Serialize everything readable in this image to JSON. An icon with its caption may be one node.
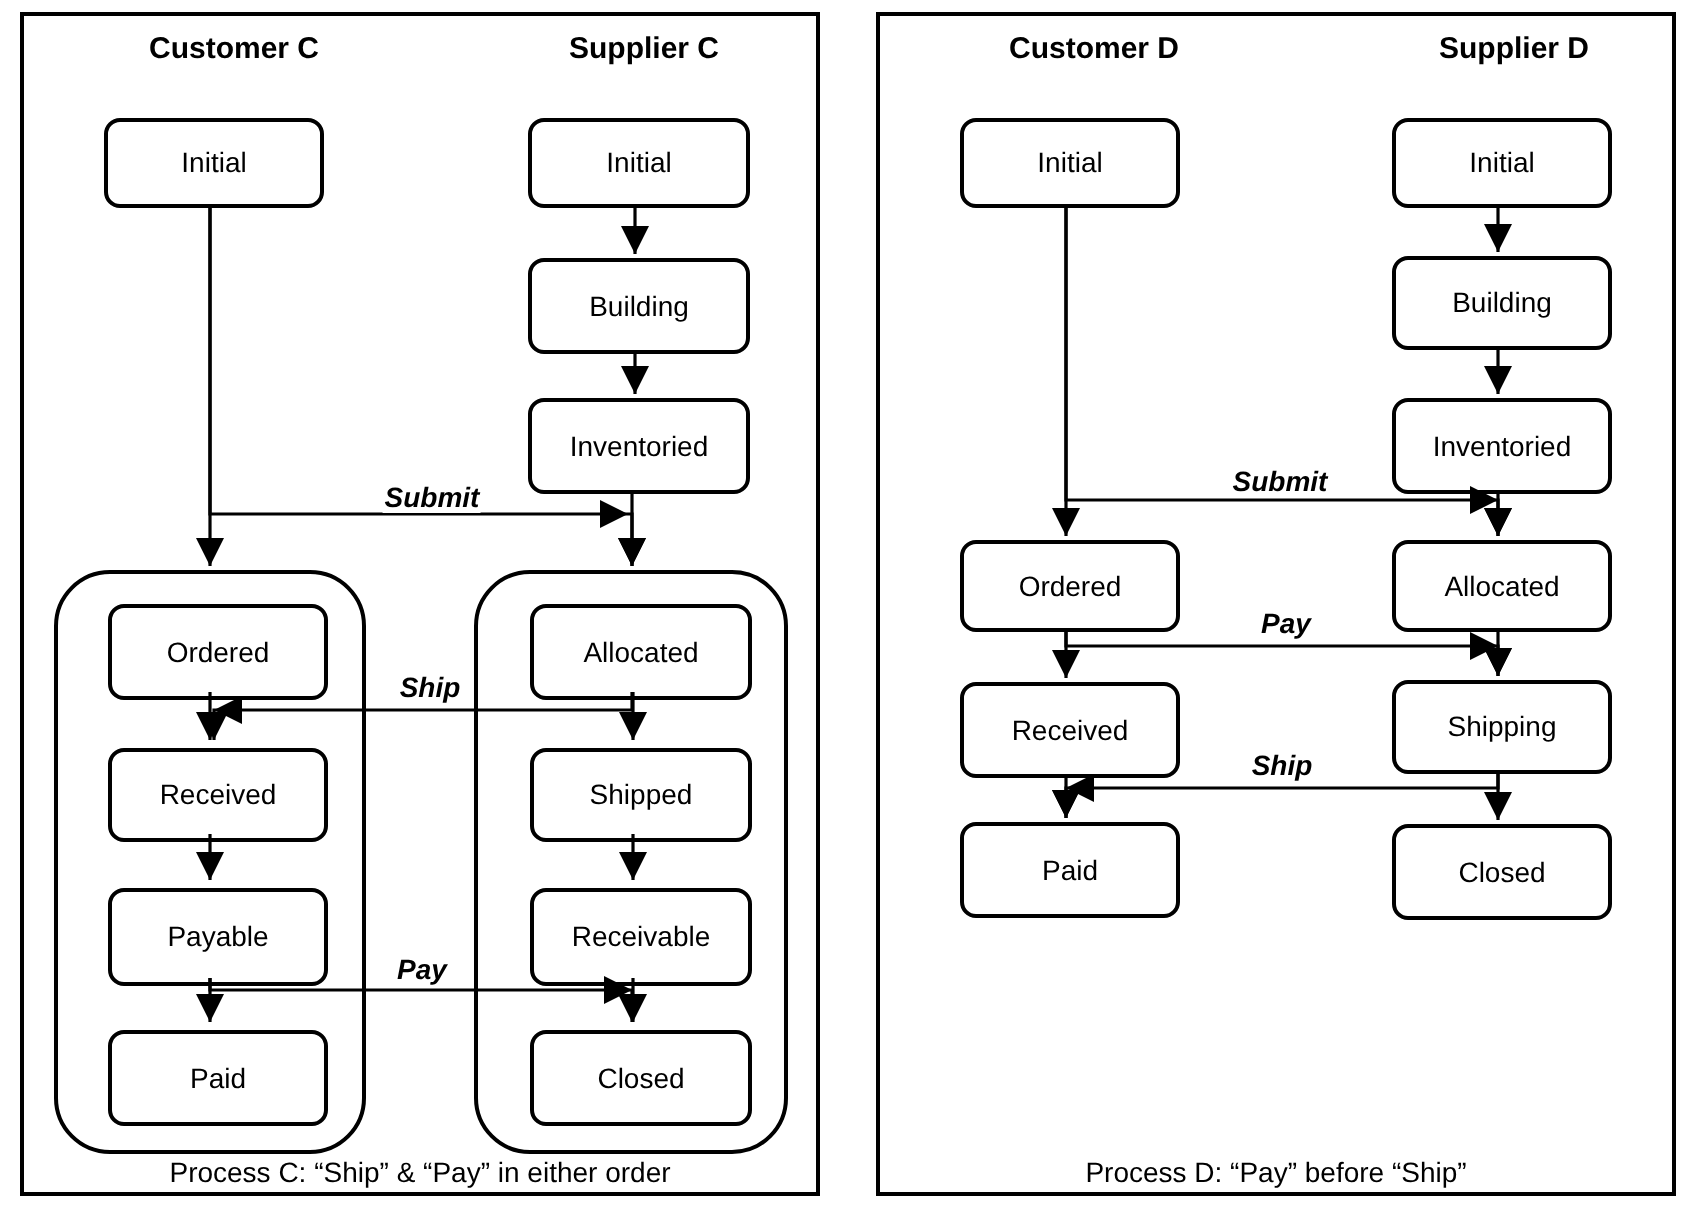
{
  "diagram": {
    "nodes": [
      {
        "text": [
          "Process C: “Ship” & “Pay” in either order"
        ]
      },
      {
        "text": [
          "Initial"
        ],
        "in": 0
      },
      {
        "text": [
          "Initial"
        ],
        "in": 0
      },
      {
        "text": [
          "Building"
        ],
        "in": 0
      },
      {
        "text": [
          "Inventoried"
        ],
        "in": 0
      },
      {
        "text": [],
        "shape": "box",
        "in": 0
      },
      {
        "text": [
          "Ordered"
        ],
        "in": 5
      },
      {
        "text": [
          "Received"
        ],
        "in": 5
      },
      {
        "text": [
          "Payable"
        ],
        "in": 5
      },
      {
        "text": [
          "Paid"
        ],
        "in": 5
      },
      {
        "text": [],
        "shape": "box",
        "in": 0
      },
      {
        "text": [
          "Allocated"
        ],
        "in": 10
      },
      {
        "text": [
          "Shipped"
        ],
        "in": 10
      },
      {
        "text": [
          "Receivable"
        ],
        "in": 10
      },
      {
        "text": [
          "Closed"
        ],
        "in": 10
      },
      {
        "text": [
          "Process D: “Pay” before “Ship”"
        ]
      },
      {
        "text": [
          "Initial"
        ],
        "in": 15
      },
      {
        "text": [
          "Initial"
        ],
        "in": 15
      },
      {
        "text": [
          "Building"
        ],
        "in": 15
      },
      {
        "text": [
          "Inventoried"
        ],
        "in": 15
      },
      {
        "text": [
          "Ordered"
        ],
        "in": 15
      },
      {
        "text": [
          "Received"
        ],
        "in": 15
      },
      {
        "text": [
          "Paid"
        ],
        "in": 15
      },
      {
        "text": [
          "Allocated"
        ],
        "in": 15
      },
      {
        "text": [
          "Shipping"
        ],
        "in": 15
      },
      {
        "text": [
          "Closed"
        ],
        "in": 15
      }
    ],
    "edges": [
      {
        "from": 1,
        "to": 5,
        "arrow": "to"
      },
      {
        "from": 1,
        "to": 10,
        "arrow": "to",
        "label": "Submit"
      },
      {
        "from": 2,
        "to": 3,
        "arrow": "to"
      },
      {
        "from": 3,
        "to": 4,
        "arrow": "to"
      },
      {
        "from": 4,
        "to": 10,
        "arrow": "to"
      },
      {
        "from": 6,
        "to": 7,
        "arrow": "to"
      },
      {
        "from": 7,
        "to": 8,
        "arrow": "to"
      },
      {
        "from": 8,
        "to": 9,
        "arrow": "to"
      },
      {
        "from": 11,
        "to": 12,
        "arrow": "to"
      },
      {
        "from": 12,
        "to": 13,
        "arrow": "to"
      },
      {
        "from": 13,
        "to": 14,
        "arrow": "to"
      },
      {
        "from": 11,
        "to": 7,
        "arrow": "to",
        "label": "Ship"
      },
      {
        "from": 8,
        "to": 14,
        "arrow": "to",
        "label": "Pay"
      },
      {
        "from": 16,
        "to": 20,
        "arrow": "to"
      },
      {
        "from": 16,
        "to": 23,
        "arrow": "to",
        "label": "Submit"
      },
      {
        "from": 17,
        "to": 18,
        "arrow": "to"
      },
      {
        "from": 18,
        "to": 19,
        "arrow": "to"
      },
      {
        "from": 19,
        "to": 23,
        "arrow": "to"
      },
      {
        "from": 20,
        "to": 21,
        "arrow": "to"
      },
      {
        "from": 21,
        "to": 22,
        "arrow": "to"
      },
      {
        "from": 23,
        "to": 24,
        "arrow": "to"
      },
      {
        "from": 24,
        "to": 25,
        "arrow": "to"
      },
      {
        "from": 20,
        "to": 24,
        "arrow": "to",
        "label": "Pay"
      },
      {
        "from": 24,
        "to": 22,
        "arrow": "to",
        "label": "Ship"
      }
    ],
    "labels": [
      "Customer C",
      "Supplier C",
      "Customer D",
      "Supplier D"
    ]
  }
}
